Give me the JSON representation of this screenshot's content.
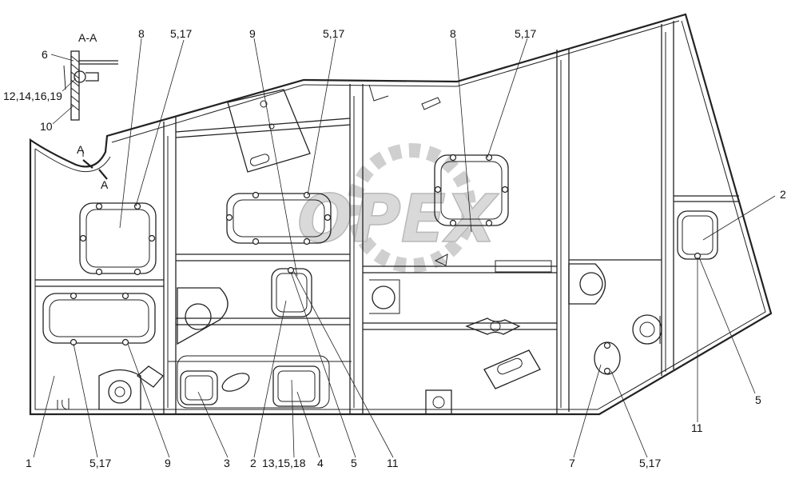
{
  "section": {
    "title": "А-А",
    "marker": "А"
  },
  "watermark": "OPEX",
  "callouts": [
    {
      "id": "c6",
      "text": "6"
    },
    {
      "id": "c12",
      "text": "12,14,16,19"
    },
    {
      "id": "c10",
      "text": "10"
    },
    {
      "id": "c8a",
      "text": "8"
    },
    {
      "id": "c517a",
      "text": "5,17"
    },
    {
      "id": "c9a",
      "text": "9"
    },
    {
      "id": "c517b",
      "text": "5,17"
    },
    {
      "id": "c8b",
      "text": "8"
    },
    {
      "id": "c517c",
      "text": "5,17"
    },
    {
      "id": "c2r",
      "text": "2"
    },
    {
      "id": "c5r",
      "text": "5"
    },
    {
      "id": "c11r",
      "text": "11"
    },
    {
      "id": "c1",
      "text": "1"
    },
    {
      "id": "c517d",
      "text": "5,17"
    },
    {
      "id": "c9b",
      "text": "9"
    },
    {
      "id": "c3",
      "text": "3"
    },
    {
      "id": "c2b",
      "text": "2"
    },
    {
      "id": "c13",
      "text": "13,15,18"
    },
    {
      "id": "c4",
      "text": "4"
    },
    {
      "id": "c5b",
      "text": "5"
    },
    {
      "id": "c11b",
      "text": "11"
    },
    {
      "id": "c7",
      "text": "7"
    },
    {
      "id": "c517e",
      "text": "5,17"
    }
  ]
}
